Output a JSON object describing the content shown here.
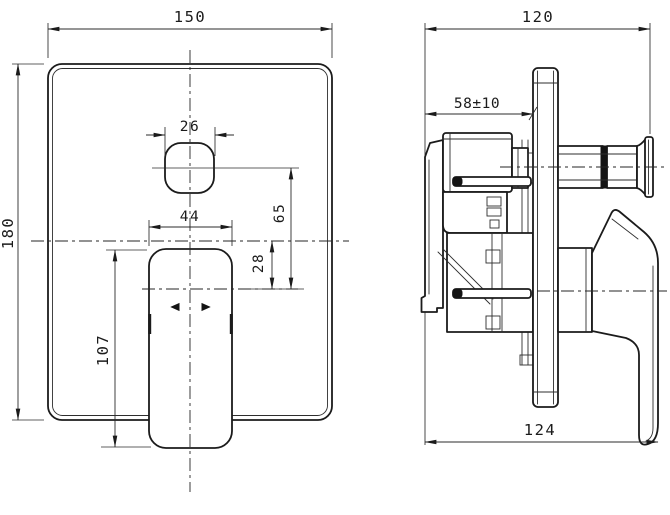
{
  "drawing": {
    "type": "technical-drawing",
    "subject": "concealed shower mixer valve, two orthographic views",
    "colors": {
      "line": "#1b1b1b",
      "thin_line": "#2b2b2b",
      "background": "#ffffff",
      "text": "#1b1b1b"
    },
    "front_view": {
      "dims": {
        "plate_width": "150",
        "plate_height": "180",
        "knob_width": "26",
        "handle_width": "44",
        "knob_to_handle_center": "65",
        "centerline_to_handle_center": "28",
        "handle_length": "107"
      }
    },
    "side_view": {
      "dims": {
        "total_depth": "120",
        "rough_in_depth": "58±10",
        "overall_depth": "124"
      }
    }
  }
}
